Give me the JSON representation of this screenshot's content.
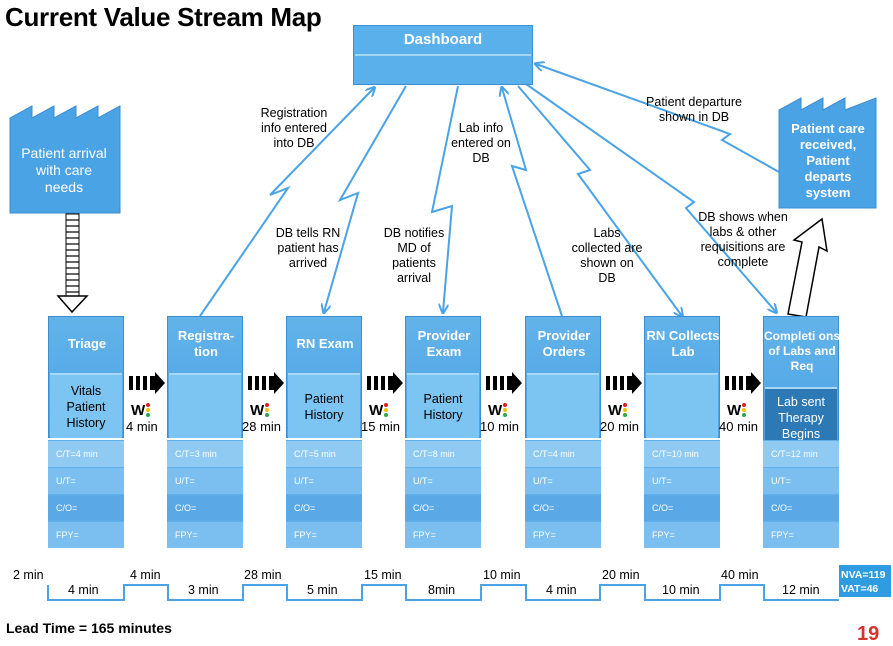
{
  "title": "Current Value Stream Map",
  "dashboard": {
    "label": "Dashboard"
  },
  "supplier": {
    "label": "Patient arrival with care needs"
  },
  "customer": {
    "label": "Patient care received, Patient departs system"
  },
  "annotations": {
    "registration_info": "Registration info entered into DB",
    "db_tells_rn": "DB tells RN patient has arrived",
    "db_notifies_md": "DB notifies MD of patients arrival",
    "lab_info": "Lab info entered on DB",
    "labs_collected": "Labs collected are shown on DB",
    "db_shows_labs": "DB shows when labs & other requisitions are complete",
    "patient_departure": "Patient departure shown in DB"
  },
  "processes": [
    {
      "name": "Triage",
      "note": "Vitals Patient History",
      "ct": "C/T=4 min"
    },
    {
      "name": "Registra-tion",
      "note": "",
      "ct": "C/T=3 min"
    },
    {
      "name": "RN Exam",
      "note": "Patient History",
      "ct": "C/T=5 min"
    },
    {
      "name": "Provider Exam",
      "note": "Patient History",
      "ct": "C/T=8 min"
    },
    {
      "name": "Provider Orders",
      "note": "",
      "ct": "C/T=4 min"
    },
    {
      "name": "RN Collects Lab",
      "note": "",
      "ct": "C/T=10  min"
    },
    {
      "name": "Completi ons of Labs and Req",
      "note": "Lab sent Therapy Begins",
      "ct": "C/T=12 min"
    }
  ],
  "data_row_labels": {
    "ut": "U/T=",
    "co": "C/O=",
    "fpy": "FPY="
  },
  "wait_label": "W",
  "waits": [
    "4 min",
    "28 min",
    "15 min",
    "10 min",
    "20 min",
    "40 min"
  ],
  "timeline": {
    "upper": [
      "2 min",
      "4 min",
      "28 min",
      "15 min",
      "10 min",
      "20 min",
      "40 min"
    ],
    "lower": [
      "4 min",
      "3 min",
      "5 min",
      "8min",
      "4 min",
      "10 min",
      "12 min"
    ]
  },
  "summary": {
    "nva": "NVA=119",
    "vat": "VAT=46"
  },
  "lead_time": "Lead Time = 165 minutes",
  "page_number": "19",
  "colors": {
    "process_blue": "#4aa3e4",
    "data_dark": "#2d79b6",
    "page_number": "#d6322e"
  }
}
